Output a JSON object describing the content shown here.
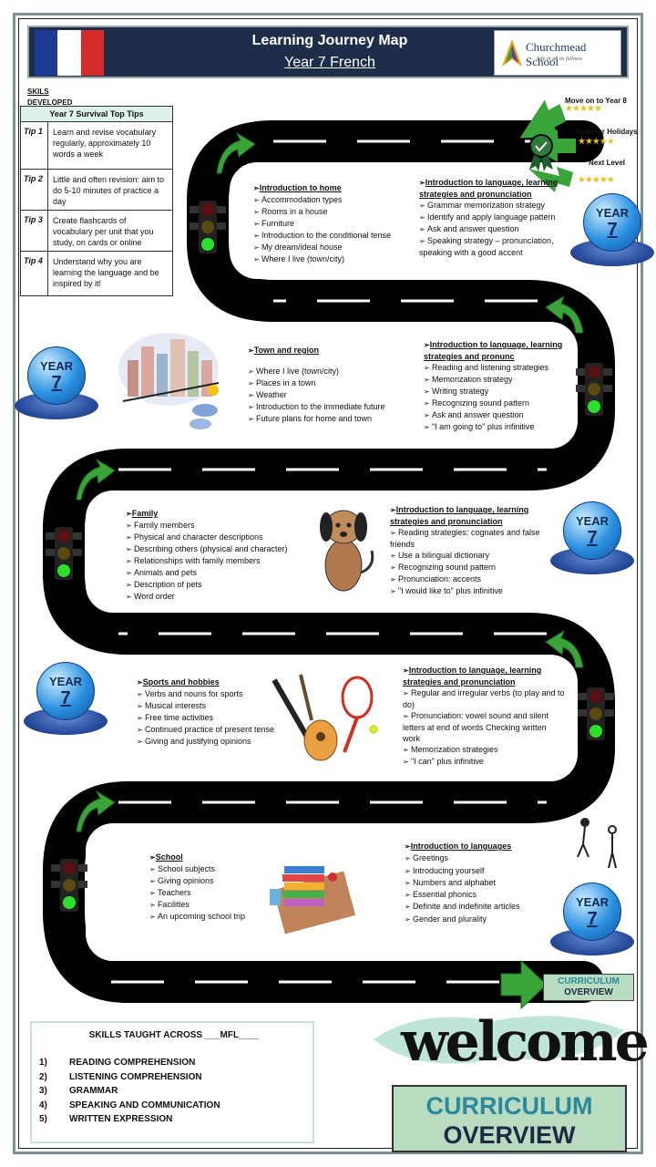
{
  "header": {
    "title": "Learning Journey Map",
    "subtitle": "Year 7 French",
    "school_name": "Churchmead School",
    "school_tagline": "Life in all its fullness"
  },
  "colors": {
    "road": "#000000",
    "accent": "#1e2e4a",
    "arrow": "#3aa33a",
    "panel": "#b9dcc0"
  },
  "skills_developed_label": [
    "SKILS",
    "DEVELOPED"
  ],
  "tips": {
    "title": "Year 7 Survival Top Tips",
    "items": [
      {
        "key": "Tip 1",
        "text": "Learn and revise vocabulary regularly, approximately 10 words a week"
      },
      {
        "key": "Tip 2",
        "text": "Little and often revision: aim to do 5-10 minutes of practice a day"
      },
      {
        "key": "Tip 3",
        "text": "Create flashcards of vocabulary per unit that you study, on cards or online"
      },
      {
        "key": "Tip 4",
        "text": "Understand why you are learning the language and be inspired by it!"
      }
    ]
  },
  "awards": {
    "move_on": "Move on to Year 8",
    "summer": "Summer Holidays",
    "next": "Next Level",
    "stars": "★★★★★"
  },
  "badge": {
    "year_label": "YEAR",
    "year_number": "7"
  },
  "units": {
    "u1_left": {
      "title": "Introduction to home",
      "items": [
        "Accommodation types",
        "Rooms in a house",
        "Furniture",
        "Introduction  to the conditional  tense",
        "My dream/ideal house",
        "Where I live (town/city)"
      ]
    },
    "u1_right": {
      "title": "Introduction to language, learning strategies and pronunciation",
      "items": [
        "Grammar memorization strategy",
        "Identify and apply language pattern",
        "Ask and answer question",
        "Speaking strategy – pronunciation, speaking with a good accent"
      ]
    },
    "u2_left": {
      "title": "Town and region",
      "items": [
        "Where I live (town/city)",
        "Places in a town",
        "Weather",
        "Introduction  to the immediate future",
        "Future plans for home and town"
      ]
    },
    "u2_right": {
      "title": "Introduction to language, learning strategies and pronunc",
      "items": [
        "Reading and listening strategies",
        "Memorization strategy",
        "Writing strategy",
        "Recognizing sound pattern",
        "Ask and answer question",
        "\"I am going to\" plus infinitive"
      ]
    },
    "u3_left": {
      "title": "Family",
      "items": [
        "Family members",
        "Physical and character descriptions",
        "Describing others (physical and character)",
        "Relationships with family members",
        "Animals and pets",
        "Description of pets",
        "Word order"
      ]
    },
    "u3_right": {
      "title": "Introduction to language, learning strategies and pronunciation",
      "items": [
        "Reading strategies:  cognates and false friends",
        "Use a bilingual dictionary",
        "Recognizing sound pattern",
        "Pronunciation:   accents",
        "\"I would like to\" plus infinitive"
      ]
    },
    "u4_left": {
      "title": "Sports and hobbies",
      "items": [
        "Verbs and nouns for sports",
        "Musical interests",
        "Free time activities",
        "Continued  practice of present tense",
        "Giving and justifying opinions"
      ]
    },
    "u4_right": {
      "title": "Introduction to language, learning strategies and pronunciation",
      "items": [
        "Regular and irregular verbs (to play and to do)",
        "Pronunciation:  vowel sound and silent letters at end of words  Checking written  work",
        "Memorization strategies",
        "\"I can\" plus infinitive"
      ]
    },
    "u5_left": {
      "title": "School",
      "items": [
        "School subjects",
        "Giving opinions",
        "Teachers",
        "Facilities",
        "An upcoming  school trip"
      ]
    },
    "u5_right": {
      "title": "Introduction to languages",
      "items": [
        "Greetings",
        "Introducing yourself",
        "Numbers and alphabet",
        "Essential phonics",
        "Definite and indefinite articles",
        "Gender and plurality"
      ]
    }
  },
  "curriculum_small": {
    "line1": "CURRICULUM",
    "line2": "OVERVIEW"
  },
  "skills_taught": {
    "title": "SKILLS TAUGHT ACROSS ___MFL____",
    "items": [
      {
        "n": "1)",
        "text": "READING COMPREHENSION"
      },
      {
        "n": "2)",
        "text": "LISTENING COMPREHENSION"
      },
      {
        "n": "3)",
        "text": "GRAMMAR"
      },
      {
        "n": "4)",
        "text": "SPEAKING AND COMMUNICATION"
      },
      {
        "n": "5)",
        "text": "WRITTEN EXPRESSION"
      }
    ]
  },
  "welcome": "welcome",
  "curriculum_big": {
    "line1": "CURRICULUM",
    "line2": "OVERVIEW"
  }
}
